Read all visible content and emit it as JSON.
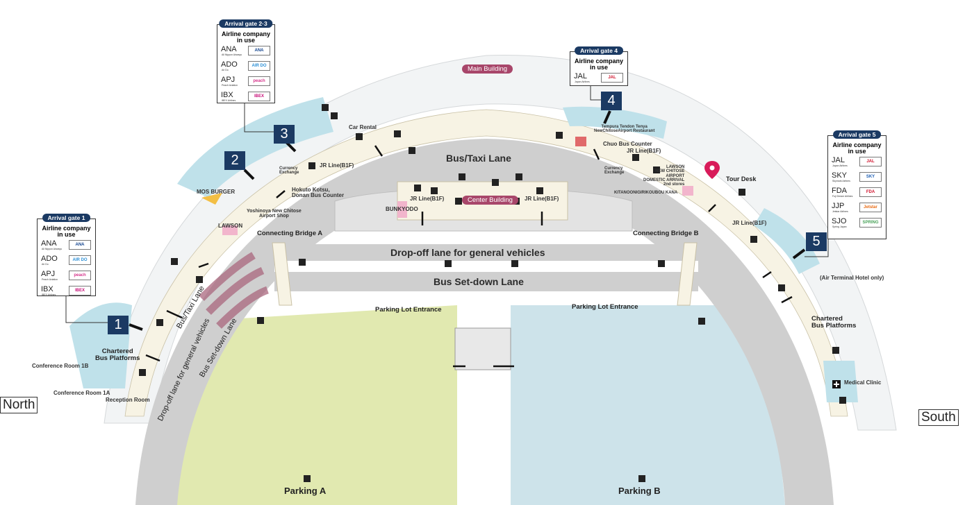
{
  "main_building_label": "Main Building",
  "center_building_label": "Center Building",
  "direction": {
    "north": "North",
    "south": "South"
  },
  "roads": {
    "bus_taxi_lane": "Bus/Taxi Lane",
    "drop_off_lane": "Drop-off lane for general vehicles",
    "bus_setdown_lane": "Bus Set-down Lane",
    "ramp_bus_taxi": "Bus/Taxi Lane",
    "ramp_drop_off": "Drop-off lane for general vehicles",
    "ramp_bus_setdown": "Bus Set-down Lane"
  },
  "parking": {
    "a": "Parking A",
    "b": "Parking B",
    "entrance_left": "Parking Lot Entrance",
    "entrance_right": "Parking Lot Entrance"
  },
  "bridges": {
    "a": "Connecting Bridge A",
    "b": "Connecting Bridge B"
  },
  "facilities": {
    "mos_burger": "MOS BURGER",
    "car_rental": "Car Rental",
    "currency_exchange_left": "Currency\nExchange",
    "jr_line_left": "JR Line(B1F)",
    "hokuto_kotsu": "Hokuto Kotsu,\nDonan Bus Counter",
    "yoshinoya": "Yoshinoya New Chitose\nAirport Shop",
    "lawson_left": "LAWSON",
    "bunkyodo": "BUNKYODO",
    "jr_line_center_left": "JR Line(B1F)",
    "jr_line_center_right": "JR Line(B1F)",
    "tempura": "Tempura Tendon Tenya\nNewChitoseAirport Restaurant",
    "chuo_bus_counter": "Chuo Bus Counter",
    "jr_line_right": "JR Line(B1F)",
    "currency_exchange_right": "Currency\nExchange",
    "lawson_right": "LAWSON\nNEW CHITOSE\nAIRPORT\nDOMESTIC ARRIVAL\n2nd stores",
    "kitanooni": "KITANOONIGIRIKOUBOU KANA",
    "tour_desk": "Tour Desk",
    "jr_line_far_right": "JR Line(B1F)",
    "air_terminal_hotel": "(Air Terminal Hotel only)",
    "chartered_bus_right": "Chartered\nBus Platforms",
    "medical_clinic": "Medical Clinic",
    "chartered_bus_left": "Chartered\nBus Platforms",
    "conference_1b": "Conference Room 1B",
    "conference_1a": "Conference Room 1A",
    "reception_room": "Reception Room"
  },
  "gates": [
    "1",
    "2",
    "3",
    "4",
    "5"
  ],
  "legends": [
    {
      "title": "Arrival gate 1",
      "subtitle": "Airline company\nin use",
      "airlines": [
        {
          "code": "ANA",
          "name": "All Nippon Airways",
          "logo": "ANA",
          "color": "#13448f"
        },
        {
          "code": "ADO",
          "name": "Air Do",
          "logo": "AIR DO",
          "color": "#2b8fd6"
        },
        {
          "code": "APJ",
          "name": "Peach Aviation",
          "logo": "peach",
          "color": "#d6358c"
        },
        {
          "code": "IBX",
          "name": "IBEX Airlines",
          "logo": "IBEX",
          "color": "#c8127a"
        }
      ]
    },
    {
      "title": "Arrival gate 2·3",
      "subtitle": "Airline company\nin use",
      "airlines": [
        {
          "code": "ANA",
          "name": "All Nippon Airways",
          "logo": "ANA",
          "color": "#13448f"
        },
        {
          "code": "ADO",
          "name": "Air Do",
          "logo": "AIR DO",
          "color": "#2b8fd6"
        },
        {
          "code": "APJ",
          "name": "Peach Aviation",
          "logo": "peach",
          "color": "#d6358c"
        },
        {
          "code": "IBX",
          "name": "IBEX Airlines",
          "logo": "IBEX",
          "color": "#c8127a"
        }
      ]
    },
    {
      "title": "Arrival gate 4",
      "subtitle": "Airline company\nin use",
      "airlines": [
        {
          "code": "JAL",
          "name": "Japan Airlines",
          "logo": "JAL",
          "color": "#d0102a"
        }
      ]
    },
    {
      "title": "Arrival gate 5",
      "subtitle": "Airline company\nin use",
      "airlines": [
        {
          "code": "JAL",
          "name": "Japan Airlines",
          "logo": "JAL",
          "color": "#d0102a"
        },
        {
          "code": "SKY",
          "name": "Skymark Airlines",
          "logo": "SKY",
          "color": "#1f5fb5"
        },
        {
          "code": "FDA",
          "name": "Fuji Dream Airlines",
          "logo": "FDA",
          "color": "#d0102a"
        },
        {
          "code": "JJP",
          "name": "Jetstar Airlines",
          "logo": "Jetstar",
          "color": "#e96a12"
        },
        {
          "code": "SJO",
          "name": "Spring Japan",
          "logo": "SPRING",
          "color": "#4aa25a"
        }
      ]
    }
  ],
  "colors": {
    "parking_a": "#e1e9b0",
    "parking_b": "#cde3ea",
    "road": "#cfcfcf",
    "terminal": "#f7f3e4",
    "water": "#bfe1ea",
    "gate_blue": "#1b3a63",
    "pin": "#d81b5a"
  }
}
